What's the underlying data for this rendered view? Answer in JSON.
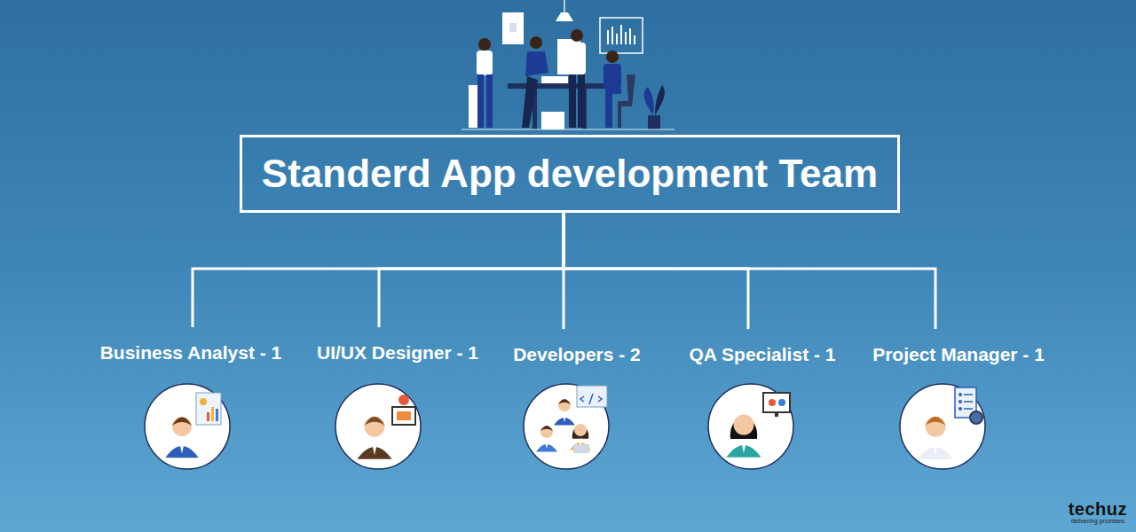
{
  "diagram": {
    "nodes": [
      {
        "text": [
          "Standerd App development Team"
        ]
      },
      {
        "text": [
          "Business Analyst - 1"
        ]
      },
      {
        "text": [
          "UI/UX Designer - 1"
        ]
      },
      {
        "text": [
          "Developers - 2"
        ]
      },
      {
        "text": [
          "QA Specialist - 1"
        ]
      },
      {
        "text": [
          "Project Manager - 1"
        ]
      }
    ],
    "edges": [
      {
        "from": 0,
        "to": 1,
        "arrow": "none"
      },
      {
        "from": 0,
        "to": 2,
        "arrow": "none"
      },
      {
        "from": 0,
        "to": 3,
        "arrow": "none"
      },
      {
        "from": 0,
        "to": 4,
        "arrow": "none"
      },
      {
        "from": 0,
        "to": 5,
        "arrow": "none"
      }
    ],
    "labels": [
      "techuz",
      "delivering promises"
    ]
  }
}
